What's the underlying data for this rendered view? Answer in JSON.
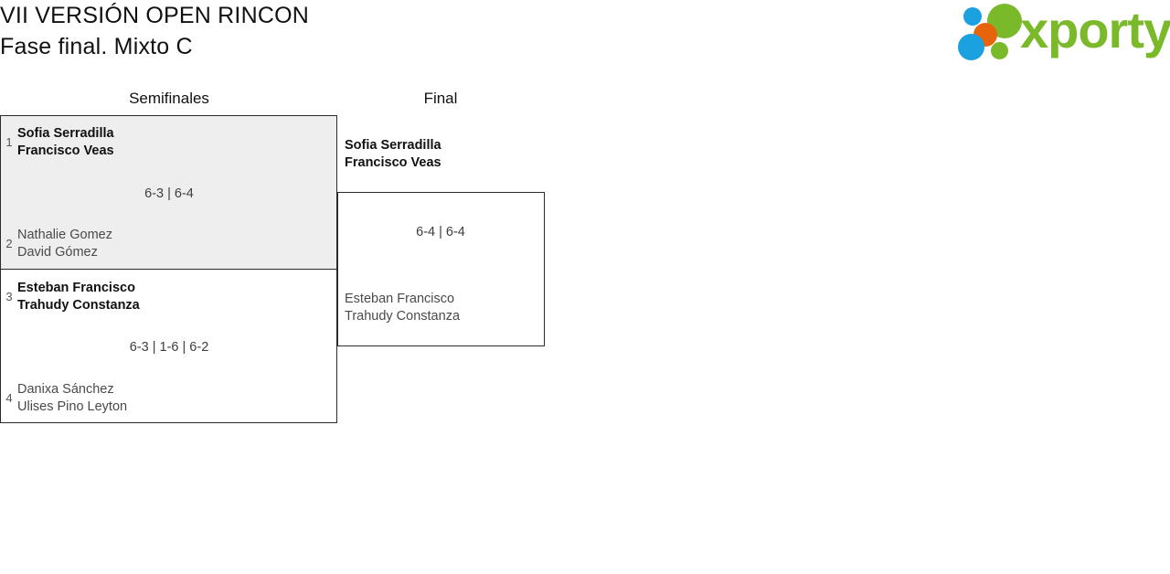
{
  "header": {
    "title_line1": "VII VERSIÓN OPEN RINCON",
    "title_line2": "Fase final. Mixto C",
    "logo": {
      "wordmark": "xporty",
      "dot_colors": {
        "blue": "#1ba0e0",
        "green": "#7ab929",
        "orange": "#e8640c"
      },
      "wordmark_color": "#7ab929"
    }
  },
  "rounds": [
    {
      "name": "Semifinales"
    },
    {
      "name": "Final"
    }
  ],
  "bracket": {
    "semifinals": [
      {
        "score": "6-3 | 6-4",
        "top": {
          "seed": "1",
          "player1": "Sofia Serradilla",
          "player2": "Francisco Veas",
          "result": "winner"
        },
        "bottom": {
          "seed": "2",
          "player1": "Nathalie Gomez",
          "player2": "David Gómez",
          "result": "loser"
        }
      },
      {
        "score": "6-3 | 1-6 | 6-2",
        "top": {
          "seed": "3",
          "player1": "Esteban Francisco",
          "player2": "Trahudy Constanza",
          "result": "winner"
        },
        "bottom": {
          "seed": "4",
          "player1": "Danixa Sánchez",
          "player2": "Ulises Pino Leyton",
          "result": "loser"
        }
      }
    ],
    "final": {
      "score": "6-4 | 6-4",
      "top": {
        "player1": "Sofia Serradilla",
        "player2": "Francisco Veas",
        "result": "winner"
      },
      "bottom": {
        "player1": "Esteban Francisco",
        "player2": "Trahudy Constanza",
        "result": "loser"
      }
    }
  }
}
